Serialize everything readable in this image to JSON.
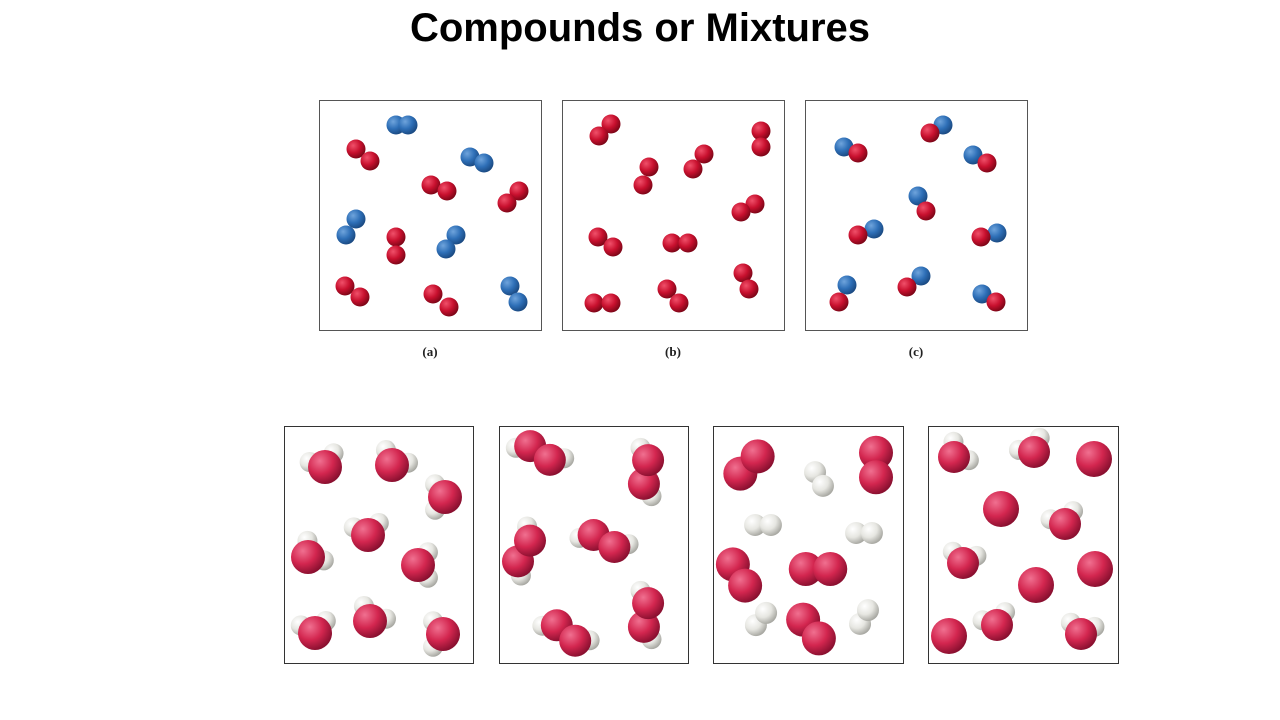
{
  "title": "Compounds or Mixtures",
  "captions": [
    "(a)",
    "(b)",
    "(c)"
  ],
  "colors": {
    "red_atom": "#c8102e",
    "blue_atom": "#2e6fb7",
    "oxygen_atom": "#d3264f",
    "hydrogen_atom": "#e6e6e1",
    "border": "#333333"
  }
}
